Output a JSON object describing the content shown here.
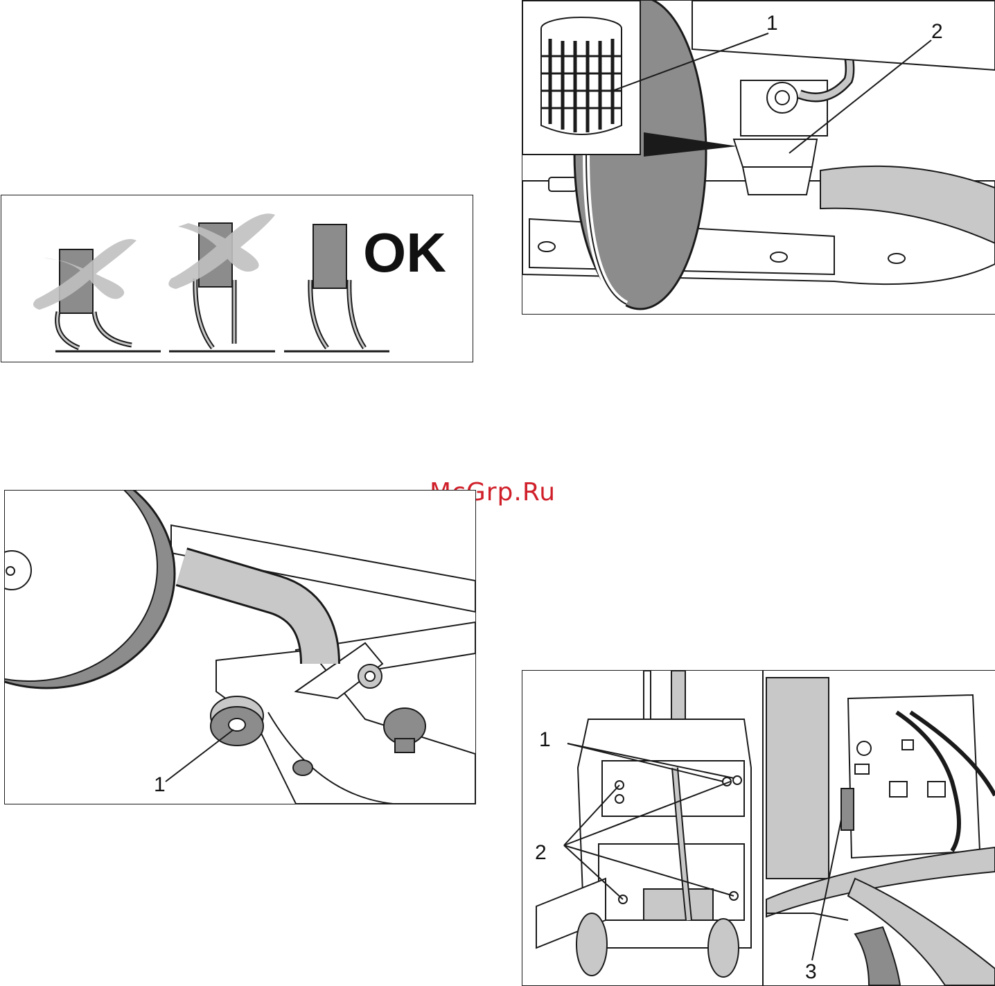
{
  "watermark": "McGrp.Ru",
  "blade_panel": {
    "ok_text": "OK"
  },
  "filter_panel": {
    "callout_1": "1",
    "callout_2": "2"
  },
  "hose_panel": {
    "callout_1": "1"
  },
  "machine_panel": {
    "callout_1": "1",
    "callout_2": "2",
    "callout_3": "3"
  },
  "colors": {
    "ink": "#1a1a1a",
    "fill_gray": "#8c8c8c",
    "light_gray": "#c8c8c8",
    "cross_gray": "#c0c0c0",
    "watermark": "#d0202a"
  }
}
